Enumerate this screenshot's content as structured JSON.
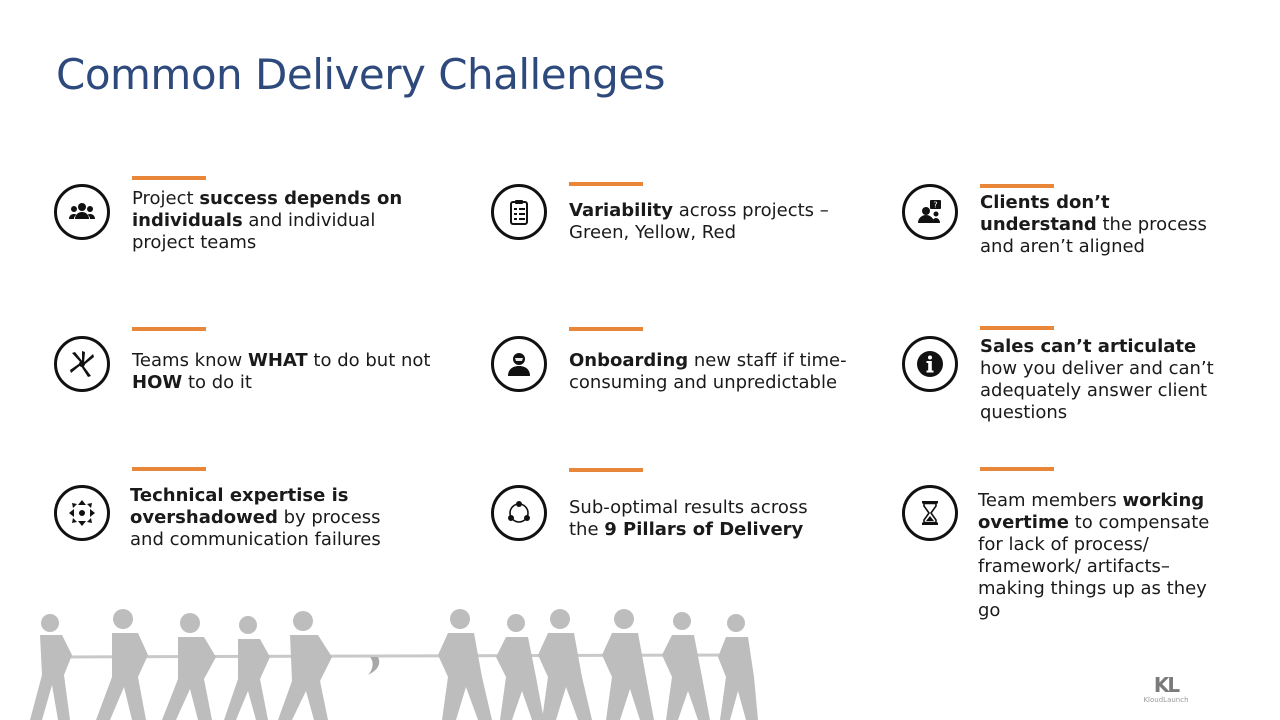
{
  "slide": {
    "title": "Common Delivery Challenges"
  },
  "cards": [
    {
      "id": "people",
      "icon": "people-group-icon",
      "parts": [
        {
          "t": "Project "
        },
        {
          "t": "success depends on individuals",
          "b": true
        },
        {
          "t": " and individual project teams"
        }
      ]
    },
    {
      "id": "variability",
      "icon": "clipboard-checklist-icon",
      "parts": [
        {
          "t": "Variability",
          "b": true
        },
        {
          "t": " across projects – Green, Yellow, Red"
        }
      ]
    },
    {
      "id": "clients",
      "icon": "question-person-icon",
      "parts": [
        {
          "t": "Clients don’t understand",
          "b": true
        },
        {
          "t": " the process and aren’t aligned"
        }
      ]
    },
    {
      "id": "teams",
      "icon": "hands-together-icon",
      "parts": [
        {
          "t": "Teams know "
        },
        {
          "t": "WHAT",
          "b": true
        },
        {
          "t": " to do but not "
        },
        {
          "t": "HOW",
          "b": true
        },
        {
          "t": " to do it"
        }
      ]
    },
    {
      "id": "onboarding",
      "icon": "user-icon",
      "parts": [
        {
          "t": "Onboarding",
          "b": true
        },
        {
          "t": " new staff if time-consuming and unpredictable"
        }
      ]
    },
    {
      "id": "sales",
      "icon": "info-icon",
      "parts": [
        {
          "t": "Sales can’t articulate",
          "b": true
        },
        {
          "t": " how you deliver and can’t adequately answer client questions"
        }
      ]
    },
    {
      "id": "technical",
      "icon": "arrows-out-icon",
      "parts": [
        {
          "t": "Technical expertise is overshadowed",
          "b": true
        },
        {
          "t": " by process and communication failures"
        }
      ]
    },
    {
      "id": "suboptimal",
      "icon": "cycle-icon",
      "parts": [
        {
          "t": "Sub-optimal results across the "
        },
        {
          "t": "9 Pillars of Delivery",
          "b": true
        }
      ]
    },
    {
      "id": "overtime",
      "icon": "hourglass-icon",
      "parts": [
        {
          "t": "Team members "
        },
        {
          "t": "working overtime",
          "b": true
        },
        {
          "t": " to compensate for lack of process/ framework/ artifacts– making things up as they go"
        }
      ]
    }
  ],
  "logo": {
    "mark": "KL",
    "word": "KloudLaunch"
  },
  "colors": {
    "title": "#2e4a7c",
    "accent_bar": "#e8873a",
    "figures": "#b9b9b9"
  }
}
